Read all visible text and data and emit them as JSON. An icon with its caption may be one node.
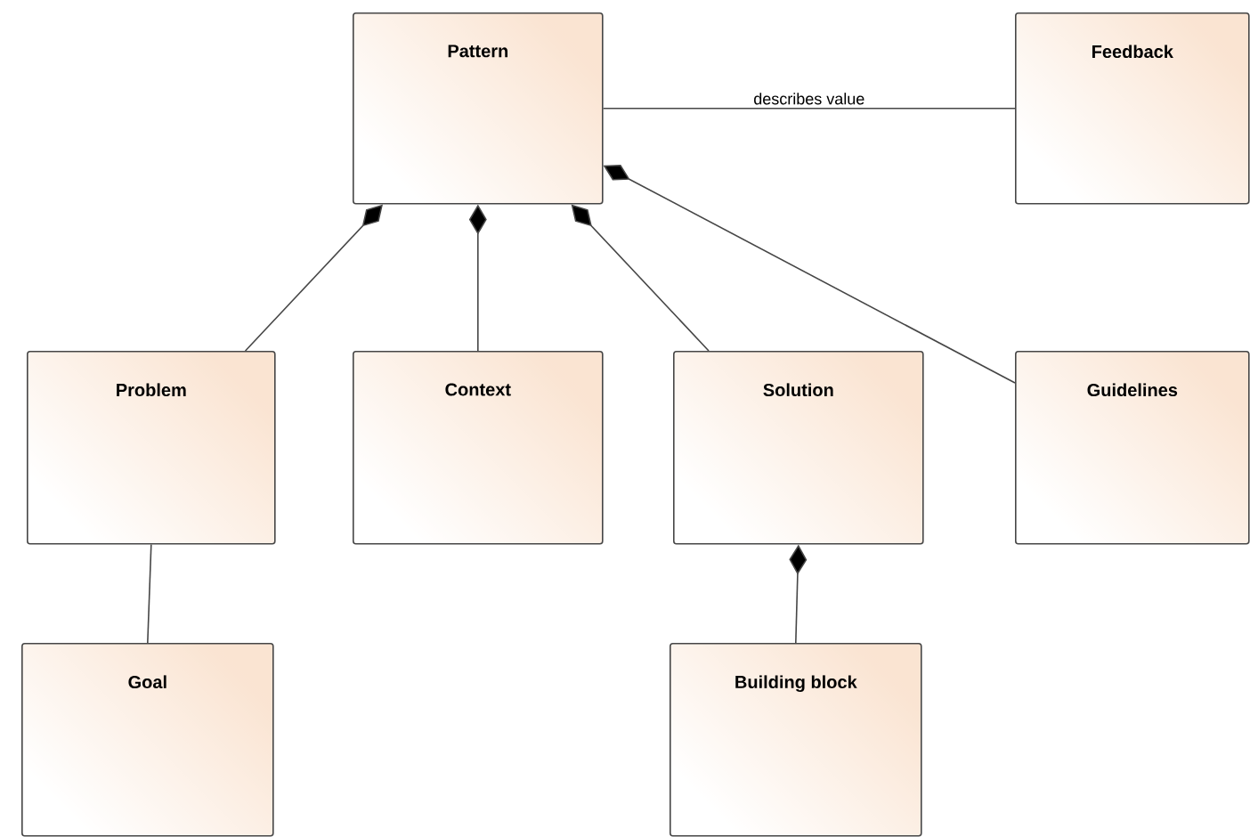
{
  "diagram": {
    "nodes": [
      {
        "text": [
          "Pattern"
        ]
      },
      {
        "text": [
          "Feedback"
        ]
      },
      {
        "text": [
          "Problem"
        ]
      },
      {
        "text": [
          "Context"
        ]
      },
      {
        "text": [
          "Solution"
        ]
      },
      {
        "text": [
          "Guidelines"
        ]
      },
      {
        "text": [
          "Goal"
        ]
      },
      {
        "text": [
          "Building block"
        ]
      }
    ],
    "edges": [
      {
        "from": 0,
        "to": 1,
        "arrow": "none",
        "label": "describes value"
      },
      {
        "from": 2,
        "to": 0,
        "arrow": "other"
      },
      {
        "from": 3,
        "to": 0,
        "arrow": "other"
      },
      {
        "from": 4,
        "to": 0,
        "arrow": "other"
      },
      {
        "from": 5,
        "to": 0,
        "arrow": "other"
      },
      {
        "from": 2,
        "to": 6,
        "arrow": "none"
      },
      {
        "from": 7,
        "to": 4,
        "arrow": "other"
      }
    ]
  }
}
